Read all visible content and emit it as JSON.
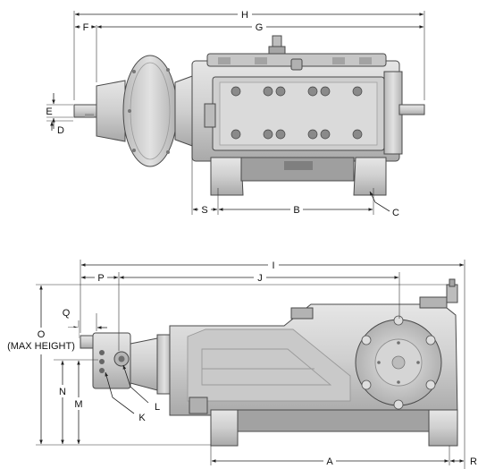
{
  "top_view": {
    "labels": {
      "H": "H",
      "F": "F",
      "G": "G",
      "E": "E",
      "D": "D",
      "S": "S",
      "B": "B",
      "C": "C"
    }
  },
  "side_view": {
    "labels": {
      "I": "I",
      "P": "P",
      "J": "J",
      "Q": "Q",
      "O": "O",
      "max_height": "(MAX HEIGHT)",
      "N": "N",
      "M": "M",
      "L": "L",
      "K": "K",
      "A": "A",
      "R": "R"
    }
  },
  "colors": {
    "body_light": "#d8d8d8",
    "body_mid": "#bdbdbd",
    "body_dark": "#8f8f8f",
    "line": "#222222"
  }
}
